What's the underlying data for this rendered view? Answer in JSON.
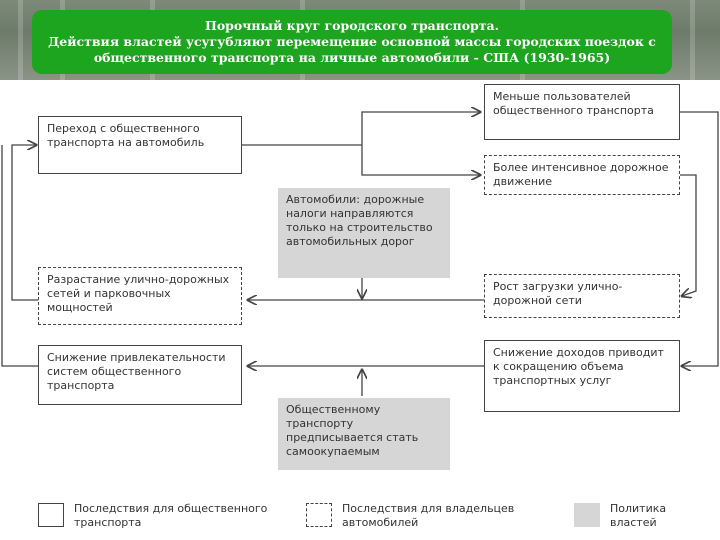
{
  "header": {
    "title_line1": "Порочный круг городского транспорта.",
    "title_line2": "Действия властей усугубляют перемещение основной массы городских поездок с",
    "title_line3": "общественного транспорта на личные автомобили - США (1930-1965)"
  },
  "diagram": {
    "transition": "Переход с общественного транспорта на автомобиль",
    "fewer_users": "Меньше пользователей общественного транспорта",
    "more_traffic": "Более интенсивное дорожное движение",
    "car_taxes": "Автомобили: дорожные налоги направляются только на строительство автомобильных дорог",
    "street_growth": "Разрастание улично-дорожных сетей и парковочных мощностей",
    "network_load": "Рост загрузки улично-дорожной сети",
    "attractiveness": "Снижение привлекательности систем общественного транспорта",
    "income_drop": "Снижение доходов приводит к сокращению объема транспортных услуг",
    "self_financing": "Общественному транспорту предписывается стать самоокупаемым"
  },
  "legend": {
    "public_transport": "Последствия для общественного транспорта",
    "car_owners": "Последствия для владельцев автомобилей",
    "policy": "Политика властей"
  },
  "colors": {
    "banner": "#1ea51f",
    "policy_box": "#d6d6d6",
    "lines": "#444444"
  }
}
